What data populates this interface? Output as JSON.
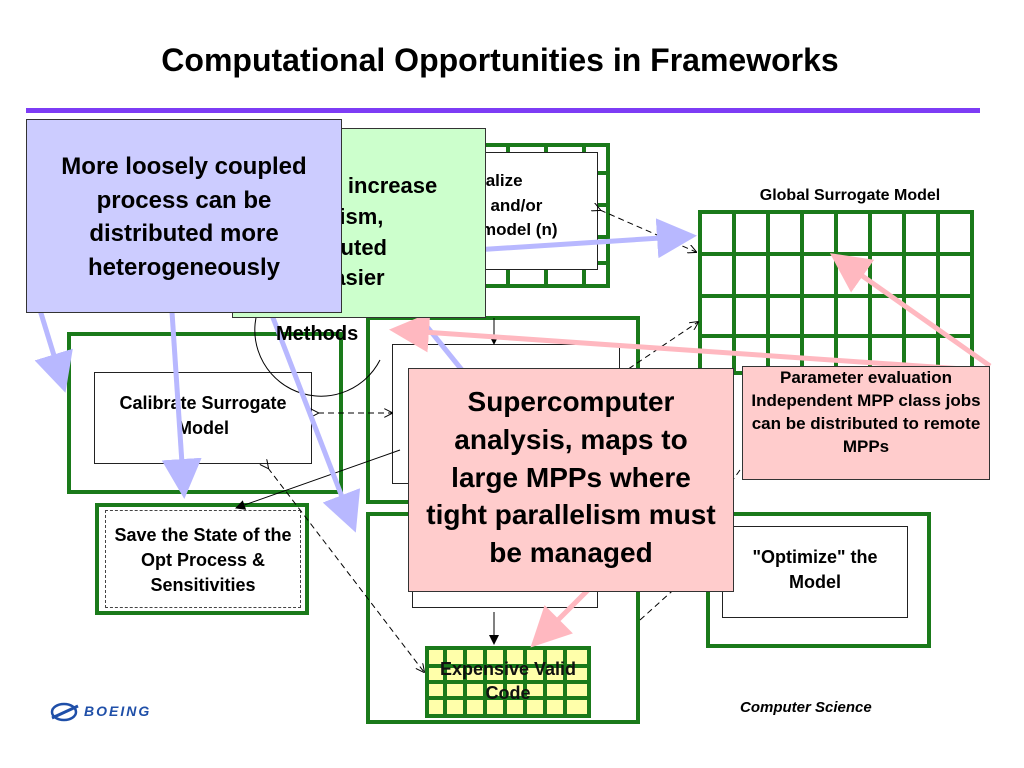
{
  "slide": {
    "title": "Computational Opportunities in Frameworks",
    "footer_right": "Computer Science",
    "footer_logo_text": "BOEING"
  },
  "diagram": {
    "global_surrogate_label": "Global Surrogate Model",
    "methods_label": "Methods",
    "top_box_partial": [
      "ialize",
      "l and/or",
      "model (n)"
    ],
    "calibrate": "Calibrate Surrogate Model",
    "save_state": "Save the State of the Opt Process & Sensitivities",
    "optimize": "\"Optimize\" the Model",
    "expensive": "Expensive Valid Code"
  },
  "callouts": {
    "loosely": "More loosely coupled process can be distributed more heterogeneously",
    "green_partial": [
      "rk increase",
      "elism,",
      "ibuted",
      "easier"
    ],
    "supercomputer": "Supercomputer analysis, maps to large MPPs where tight parallelism must be managed",
    "parameter": "Parameter evaluation Independent MPP class jobs can be distributed to remote MPPs"
  },
  "colors": {
    "green": "#1a7a1a",
    "purple_rule": "#7d3cf5",
    "lavender": "#ccccff",
    "lightgreen": "#ccffcc",
    "pink": "#ffcccc",
    "grid_fill": "#ffffaa"
  }
}
